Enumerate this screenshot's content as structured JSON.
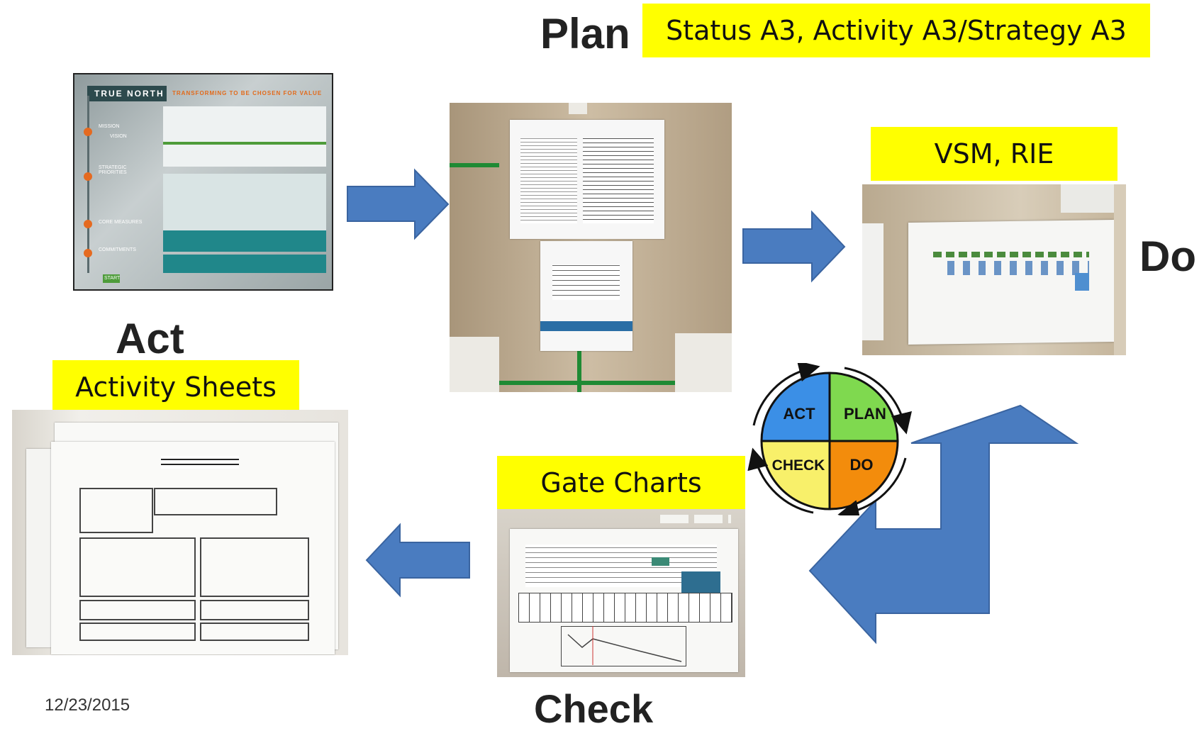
{
  "stages": {
    "plan": {
      "label": "Plan",
      "banner": "Status A3, Activity A3/Strategy A3"
    },
    "do": {
      "label": "Do",
      "banner": "VSM, RIE"
    },
    "check": {
      "label": "Check",
      "banner": "Gate Charts"
    },
    "act": {
      "label": "Act",
      "banner": "Activity Sheets"
    }
  },
  "cycle": {
    "act": "ACT",
    "plan": "PLAN",
    "check": "CHECK",
    "do": "DO",
    "colors": {
      "act": "#3b8fe6",
      "plan": "#7fd94f",
      "check": "#f8f06a",
      "do": "#f38c0c"
    }
  },
  "true_north": {
    "title": "TRUE NORTH",
    "subtitle": "TRANSFORMING TO BE CHOSEN FOR VALUE",
    "rows": [
      "MISSION",
      "VISION",
      "STRATEGIC PRIORITIES",
      "CORE MEASURES",
      "COMMITMENTS"
    ],
    "start": "START"
  },
  "date": "12/23/2015",
  "arrow_color": "#4a7cc0"
}
